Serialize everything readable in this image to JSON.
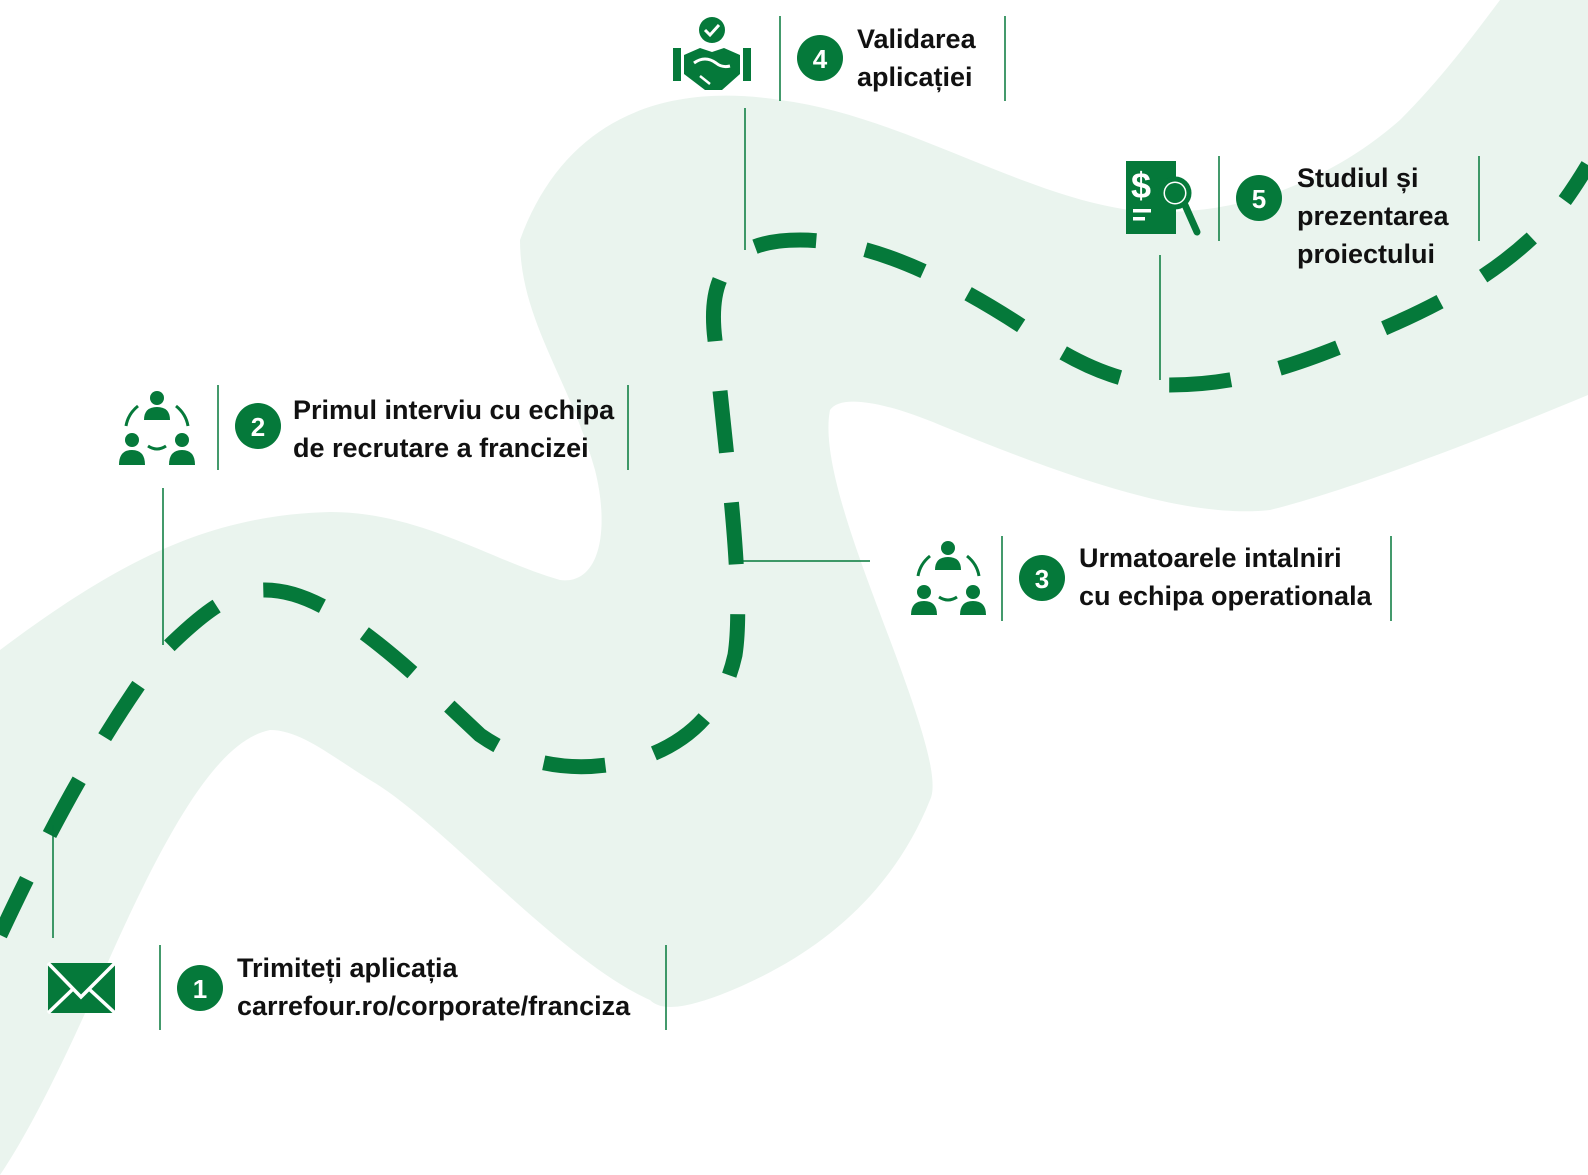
{
  "colors": {
    "brand_green": "#05793a",
    "road_tint": "#eaf4ee",
    "text": "#111111"
  },
  "steps": [
    {
      "number": "1",
      "icon": "envelope-icon",
      "lines": [
        "Trimiteți aplicația",
        "carrefour.ro/corporate/franciza"
      ]
    },
    {
      "number": "2",
      "icon": "team-network-icon",
      "lines": [
        "Primul interviu cu echipa",
        "de recrutare a francizei"
      ]
    },
    {
      "number": "3",
      "icon": "team-network-icon",
      "lines": [
        "Urmatoarele intalniri",
        "cu echipa operationala"
      ]
    },
    {
      "number": "4",
      "icon": "handshake-check-icon",
      "lines": [
        "Validarea",
        "aplicației"
      ]
    },
    {
      "number": "5",
      "icon": "financial-document-search-icon",
      "lines": [
        "Studiul și",
        "prezentarea",
        "proiectului"
      ]
    }
  ]
}
